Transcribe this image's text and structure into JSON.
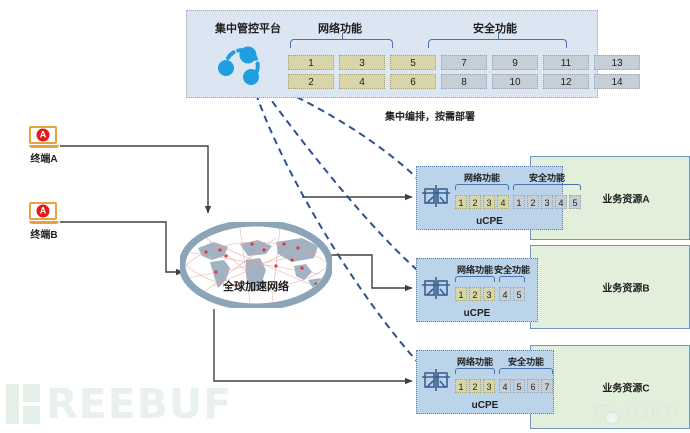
{
  "control_panel": {
    "platform_title": "集中管控平台",
    "cluster_icon": "orchestration-cluster-icon",
    "network_group_label": "网络功能",
    "security_group_label": "安全功能",
    "row_1": [
      {
        "num": "1",
        "kind": "net"
      },
      {
        "num": "3",
        "kind": "net"
      },
      {
        "num": "5",
        "kind": "net"
      },
      {
        "num": "7",
        "kind": "sec"
      },
      {
        "num": "9",
        "kind": "sec"
      },
      {
        "num": "11",
        "kind": "sec"
      },
      {
        "num": "13",
        "kind": "sec"
      }
    ],
    "row_2": [
      {
        "num": "2",
        "kind": "net"
      },
      {
        "num": "4",
        "kind": "net"
      },
      {
        "num": "6",
        "kind": "net"
      },
      {
        "num": "8",
        "kind": "sec"
      },
      {
        "num": "10",
        "kind": "sec"
      },
      {
        "num": "12",
        "kind": "sec"
      },
      {
        "num": "14",
        "kind": "sec"
      }
    ]
  },
  "orchestration_note": "集中编排，按需部署",
  "terminals": [
    {
      "label": "终端A",
      "badge": "A"
    },
    {
      "label": "终端B",
      "badge": "A"
    }
  ],
  "globe": {
    "label": "全球加速网络",
    "icon": "world-map-globe-icon"
  },
  "ucpes": [
    {
      "name": "uCPE",
      "network_label": "网络功能",
      "security_label": "安全功能",
      "network_cells": [
        "1",
        "2",
        "3",
        "4"
      ],
      "security_cells": [
        "1",
        "2",
        "3",
        "4",
        "5"
      ]
    },
    {
      "name": "uCPE",
      "network_label": "网络功能",
      "security_label": "安全功能",
      "network_cells": [
        "1",
        "2",
        "3"
      ],
      "security_cells": [
        "4",
        "5"
      ]
    },
    {
      "name": "uCPE",
      "network_label": "网络功能",
      "security_label": "安全功能",
      "network_cells": [
        "1",
        "2",
        "3"
      ],
      "security_cells": [
        "4",
        "5",
        "6",
        "7"
      ]
    }
  ],
  "business_resources": [
    {
      "label": "业务资源A"
    },
    {
      "label": "业务资源B"
    },
    {
      "label": "业务资源C"
    }
  ],
  "watermarks": {
    "freebuf": "REEBUF",
    "imkp": "IMKP",
    "wechat_icon": "wechat-icon"
  },
  "colors": {
    "panel_bg": "#dce6f3",
    "ucpe_bg": "#bcd4ea",
    "biz_bg": "#e2efda",
    "net_cell": "#d8d6a8",
    "sec_cell": "#c6ced7",
    "dashed_arrow": "#2f4f8f",
    "solid_arrow": "#404040",
    "accent_blue": "#1f9ee0"
  }
}
